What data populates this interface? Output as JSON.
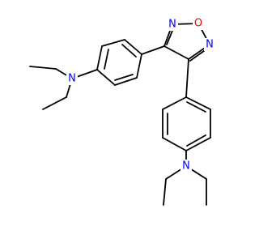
{
  "molecule": {
    "atom_labels": {
      "n_top": "N",
      "n_bottom": "N",
      "oxd_n_left": "N",
      "oxd_o": "O",
      "oxd_n_right": "N"
    },
    "colors": {
      "nitrogen": "#0000ff",
      "oxygen": "#ff0000",
      "bond": "#000000"
    }
  }
}
